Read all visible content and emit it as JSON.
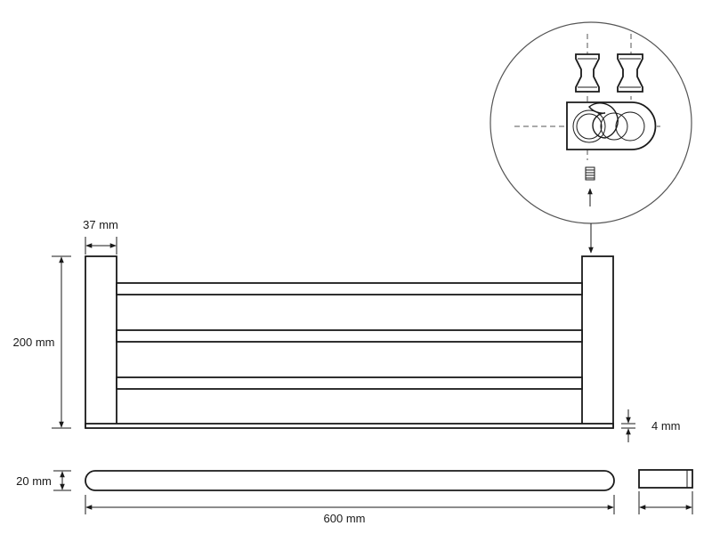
{
  "dimensions": {
    "width_label": "600 mm",
    "height_label": "200 mm",
    "bracket_width_label": "37 mm",
    "depth_label": "20 mm",
    "base_thickness_label": "4 mm"
  },
  "colors": {
    "line": "#1a1a1a",
    "guide": "#555555",
    "background": "#ffffff"
  }
}
